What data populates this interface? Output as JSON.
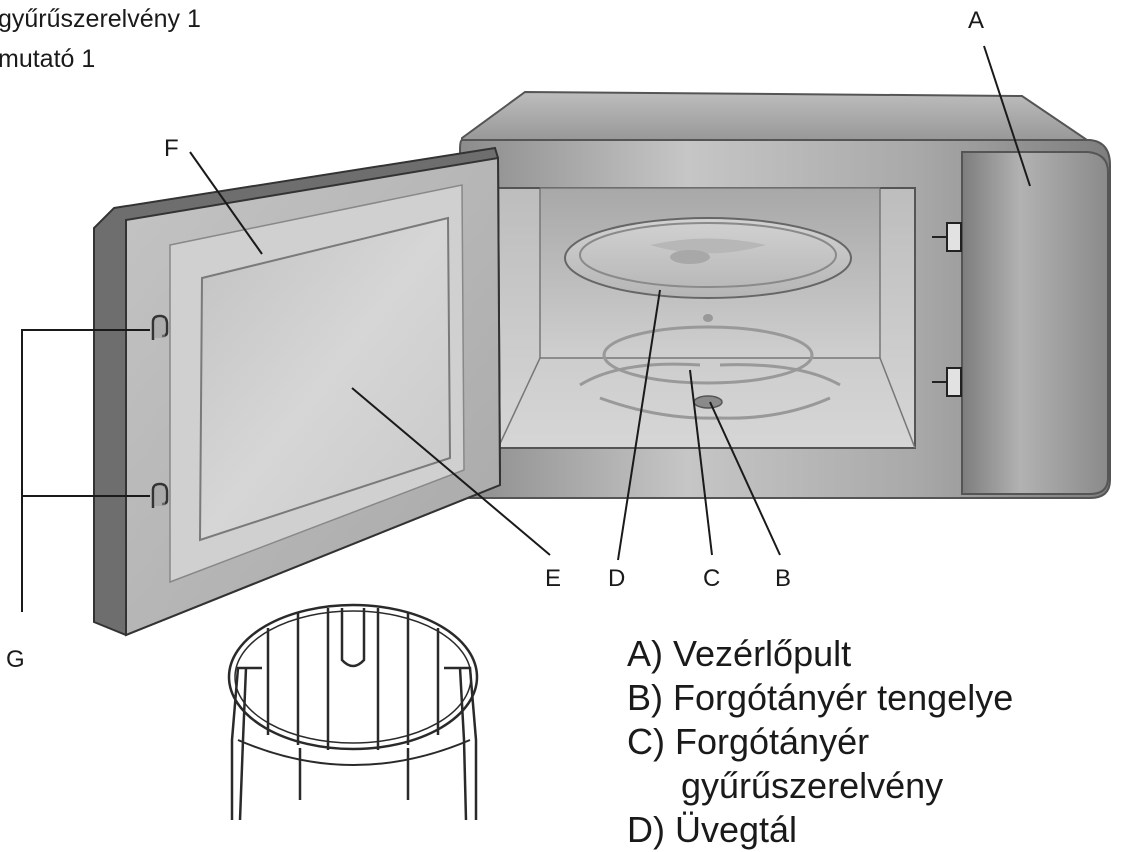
{
  "top_partial_lines": [
    "gyűrűszerelvény  1",
    "mutató  1"
  ],
  "callouts": {
    "A": "A",
    "B": "B",
    "C": "C",
    "D": "D",
    "E": "E",
    "F": "F",
    "G": "G"
  },
  "legend": {
    "a": "A) Vezérlőpult",
    "b": "B) Forgótányér tengelye",
    "c1": "C) Forgótányér",
    "c2": "gyűrűszerelvény",
    "d_partial": "D) Üvegtál"
  }
}
